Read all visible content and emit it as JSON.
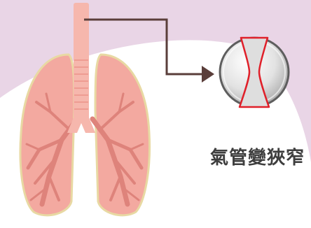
{
  "caption": {
    "text": "氣管變狹窄"
  },
  "colors": {
    "background_lilac": "#e9d5e6",
    "background_white": "#ffffff",
    "lung_fill": "#f3a9a0",
    "lung_outline": "#e8d9a3",
    "bronchi": "#de837b",
    "trachea": "#f6b7ad",
    "trachea_rings": "#ee9c92",
    "pointer_arrow": "#5a3e3a",
    "lens_fill": "#d8d8d8",
    "narrowing_outline": "#e0202a",
    "caption_text": "#3e3e3e"
  },
  "icons": [
    "lungs-illustration",
    "trachea",
    "pointer-arrow",
    "magnifier-circle",
    "narrowed-airway-icon"
  ]
}
